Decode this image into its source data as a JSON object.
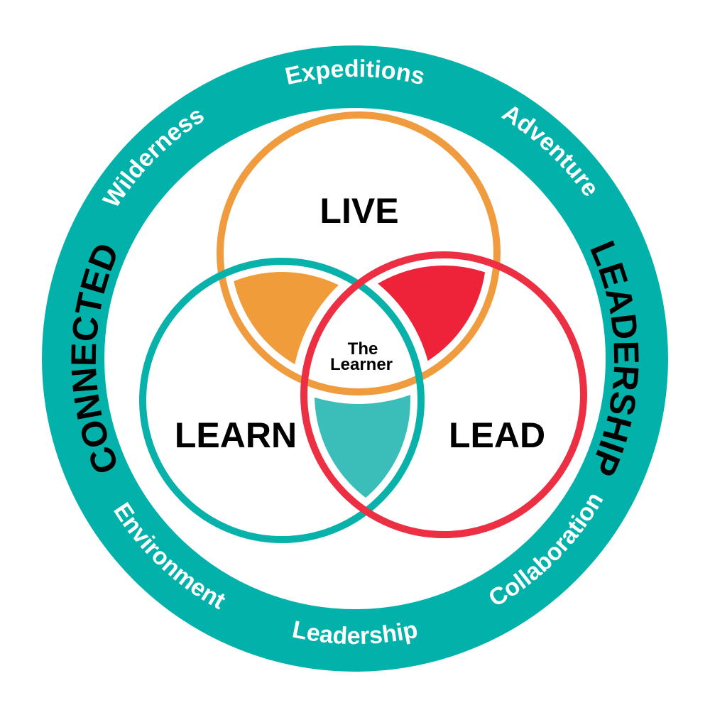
{
  "ring": {
    "color": "#02b2aa",
    "top_labels": [
      "CONNECTED",
      "Wilderness",
      "Expeditions",
      "Adventure",
      "LEADERSHIP"
    ],
    "bottom_labels": [
      "Environment",
      "Leadership",
      "Collaboration"
    ]
  },
  "circles": {
    "live": {
      "label": "LIVE",
      "color": "#ef9b3e"
    },
    "learn": {
      "label": "LEARN",
      "color": "#08b2aa"
    },
    "lead": {
      "label": "LEAD",
      "color": "#ec2f43"
    }
  },
  "overlaps": {
    "live_learn": "#f09c3b",
    "live_lead": "#ee2238",
    "learn_lead": "#3bbdb9"
  },
  "center": {
    "line1": "The",
    "line2": "Learner"
  }
}
